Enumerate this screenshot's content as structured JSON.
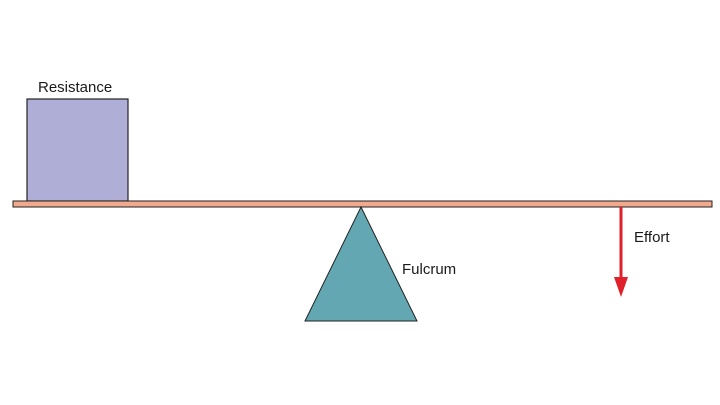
{
  "labels": {
    "resistance": "Resistance",
    "fulcrum": "Fulcrum",
    "effort": "Effort"
  },
  "colors": {
    "resistance_fill": "#aeaed6",
    "lever_fill": "#f2aa8e",
    "fulcrum_fill": "#62a7b2",
    "effort_arrow": "#e0202a",
    "outline": "#222222"
  }
}
